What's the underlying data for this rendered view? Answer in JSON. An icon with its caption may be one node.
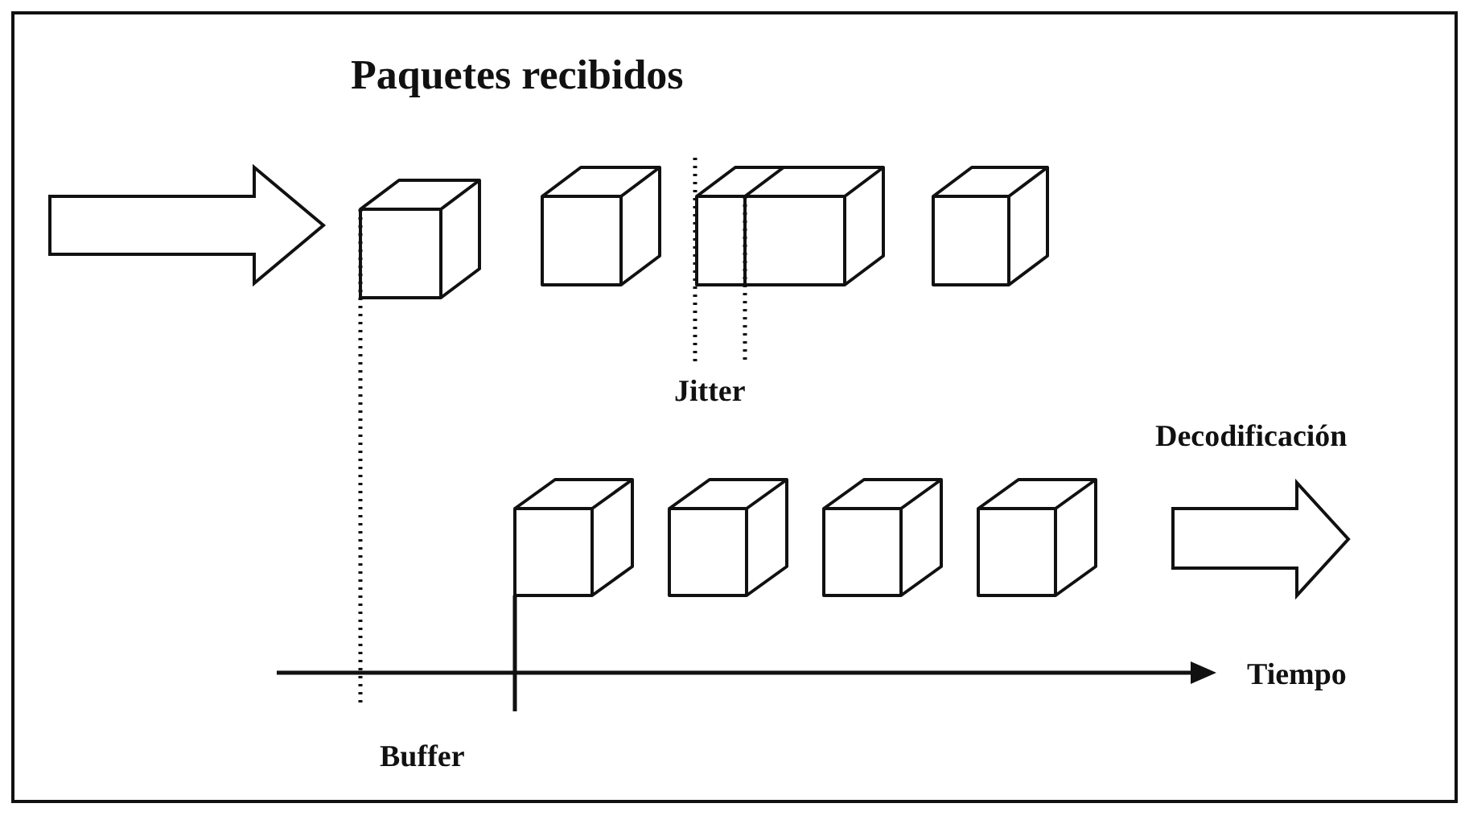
{
  "diagram": {
    "labels": [
      "Paquetes recibidos",
      "Jitter",
      "Decodificación",
      "Tiempo",
      "Buffer"
    ]
  }
}
